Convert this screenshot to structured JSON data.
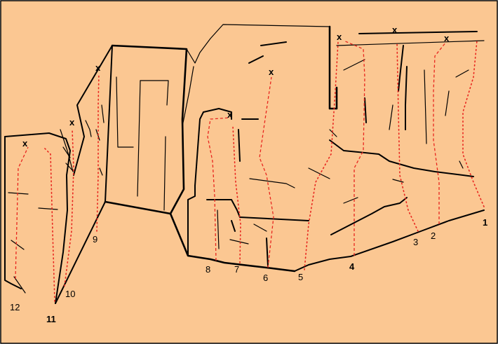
{
  "routes": [
    {
      "number": "1",
      "bold": true
    },
    {
      "number": "2",
      "bold": false
    },
    {
      "number": "3",
      "bold": false
    },
    {
      "number": "4",
      "bold": true
    },
    {
      "number": "5",
      "bold": false
    },
    {
      "number": "6",
      "bold": false
    },
    {
      "number": "7",
      "bold": false
    },
    {
      "number": "8",
      "bold": false
    },
    {
      "number": "9",
      "bold": false
    },
    {
      "number": "10",
      "bold": false
    },
    {
      "number": "11",
      "bold": true
    },
    {
      "number": "12",
      "bold": false
    }
  ],
  "anchor_marker": "x",
  "colors": {
    "background": "#fbc792",
    "route_line": "#e8261f",
    "rock_line": "#000000"
  }
}
